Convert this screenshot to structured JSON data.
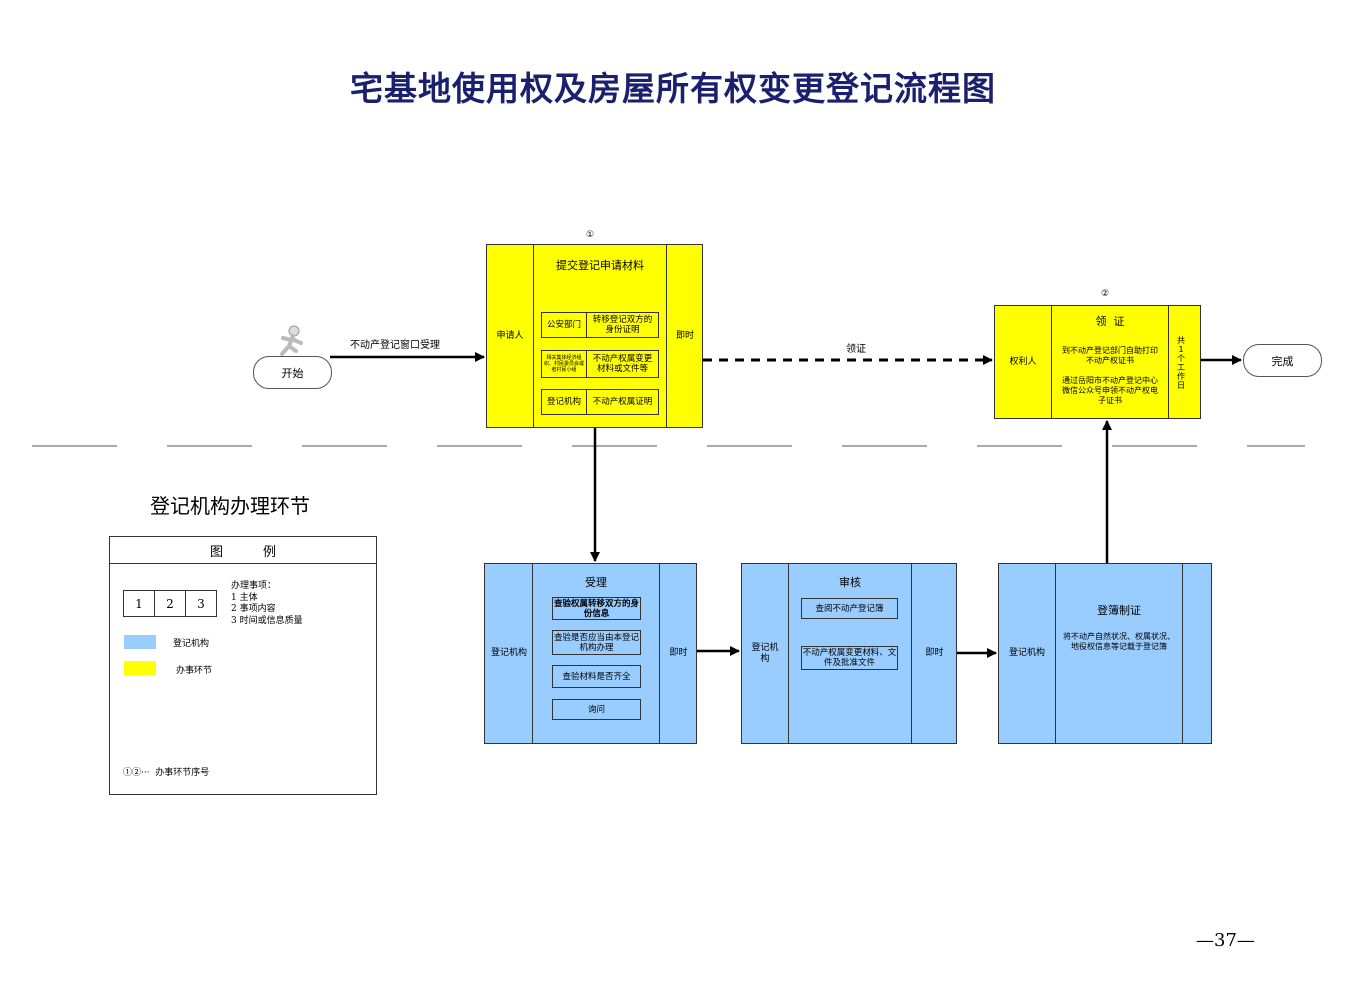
{
  "title": "宅基地使用权及房屋所有权变更登记流程图",
  "section_label": "登记机构办理环节",
  "page_number": "—37—",
  "colors": {
    "yellow": "#ffff00",
    "blue": "#99ccff",
    "title": "#1a1f6e"
  },
  "start": {
    "label": "开始",
    "icon": "runner-icon"
  },
  "end": {
    "label": "完成"
  },
  "arrow_labels": {
    "window": "不动产登记窗口受理",
    "collect": "领证"
  },
  "step1": {
    "number": "①",
    "left": "申请人",
    "title": "提交登记申请材料",
    "rows": [
      {
        "subject": "公安部门",
        "content": "转移登记双方的身份证明"
      },
      {
        "subject": "相关集体经济组织、村民委员会或者村民小组",
        "content": "不动产权属变更材料或文件等"
      },
      {
        "subject": "登记机构",
        "content": "不动产权属证明"
      }
    ],
    "right": "即时"
  },
  "step2": {
    "number": "②",
    "left": "权利人",
    "title": "领  证",
    "text1": "到不动产登记部门自助打印不动产权证书",
    "text2": "通过岳阳市不动产登记中心微信公众号申领不动产权电子证书",
    "right": "共1个工作日"
  },
  "accept": {
    "left": "登记机构",
    "title": "受理",
    "items": [
      "查验权属转移双方的身份信息",
      "查验是否应当由本登记机构办理",
      "查验材料是否齐全",
      "询问"
    ],
    "right": "即时"
  },
  "review": {
    "left": "登记机构",
    "title": "审核",
    "items": [
      "查阅不动产登记簿",
      "不动产权属变更材料、文件及批准文件"
    ],
    "right": "即时"
  },
  "register": {
    "left": "登记机构",
    "title": "登簿制证",
    "text": "将不动产自然状况、权属状况、地役权信息等记载于登记簿"
  },
  "legend": {
    "header": "图例",
    "cells": [
      "1",
      "2",
      "3"
    ],
    "note_title": "办理事项：",
    "notes": [
      "1 主体",
      "2 事项内容",
      "3 时间或信息质量"
    ],
    "blue_label": "登记机构",
    "yellow_label": "办事环节",
    "seq_label": "①②···  办事环节序号"
  }
}
